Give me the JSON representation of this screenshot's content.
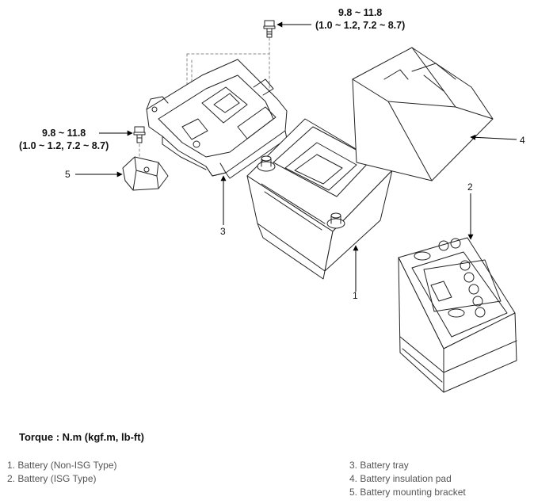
{
  "torque_top": {
    "line1": "9.8 ~ 11.8",
    "line2": "(1.0 ~ 1.2, 7.2 ~ 8.7)"
  },
  "torque_left": {
    "line1": "9.8 ~ 11.8",
    "line2": "(1.0 ~ 1.2, 7.2 ~ 8.7)"
  },
  "callouts": {
    "c1": "1",
    "c2": "2",
    "c3": "3",
    "c4": "4",
    "c5": "5"
  },
  "torque_title": "Torque : N.m (kgf.m, lb-ft)",
  "legend_left": [
    "1. Battery (Non-ISG Type)",
    "2. Battery (ISG Type)"
  ],
  "legend_right": [
    "3. Battery tray",
    "4. Battery insulation pad",
    "5. Battery mounting bracket"
  ]
}
